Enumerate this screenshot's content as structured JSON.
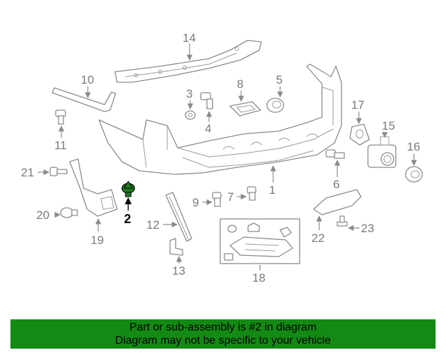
{
  "diagram": {
    "callouts": [
      "1",
      "2",
      "3",
      "4",
      "5",
      "6",
      "7",
      "8",
      "9",
      "10",
      "11",
      "12",
      "13",
      "14",
      "15",
      "16",
      "17",
      "18",
      "19",
      "20",
      "21",
      "22",
      "23"
    ],
    "highlighted_part": "2",
    "highlight_color": "#1d7a1d"
  },
  "banner": {
    "line1": "Part or sub-assembly is #2 in diagram",
    "line2": "Diagram may not be specific to your vehicle",
    "background": "#138a13"
  }
}
